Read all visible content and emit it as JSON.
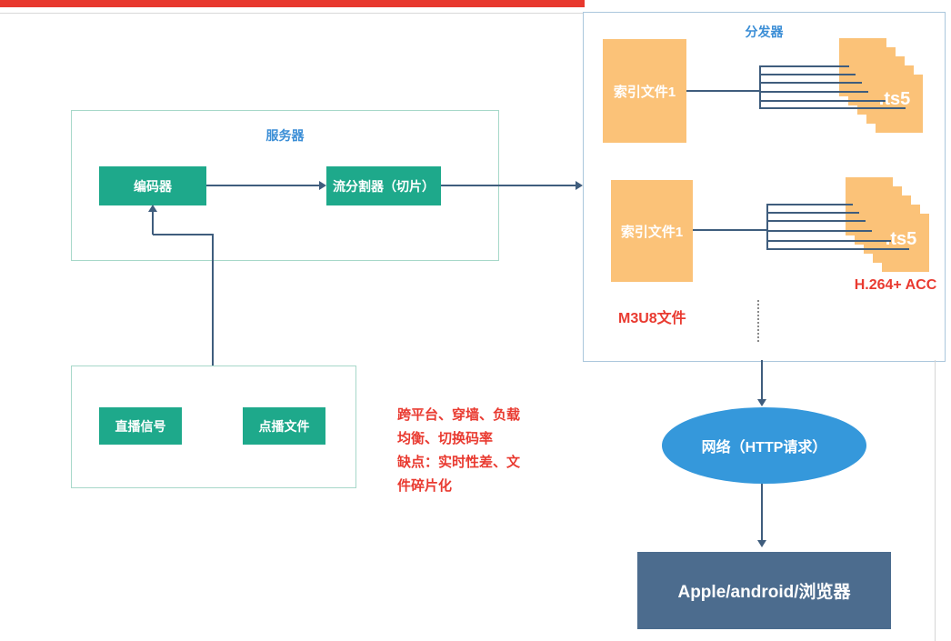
{
  "top": {
    "red_bar_color": "#e8382e"
  },
  "server": {
    "title": "服务器",
    "encoder_label": "编码器",
    "splitter_label": "流分割器（切片）"
  },
  "sources": {
    "live_label": "直播信号",
    "vod_label": "点播文件"
  },
  "distributor": {
    "title": "分发器",
    "row1": {
      "index_label": "索引文件1",
      "ts_label": ".ts5"
    },
    "row2": {
      "index_label": "索引文件1",
      "ts_label": ".ts5"
    },
    "h264_label": "H.264+ ACC",
    "m3u8_label": "M3U8文件"
  },
  "notes": {
    "lines": [
      "跨平台、穿墙、负载",
      "均衡、切换码率",
      "缺点：实时性差、文",
      "件碎片化"
    ]
  },
  "network": {
    "label": "网络（HTTP请求）"
  },
  "client": {
    "label": "Apple/android/浏览器"
  },
  "colors": {
    "node_green": "#1ea98b",
    "file_orange": "#fbc278",
    "network_blue": "#3598db",
    "client_slate": "#4c6c8e",
    "connector": "#3f5d7d",
    "red_text": "#e93a30",
    "title_blue": "#3b8ed6",
    "group_border_green": "#a7d8c9",
    "group_border_blue": "#abc7dc"
  }
}
